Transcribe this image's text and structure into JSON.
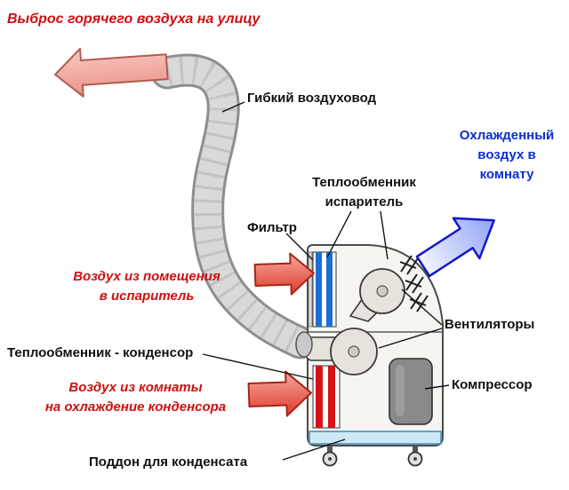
{
  "labels": {
    "exhaust_hot_air": "Выброс горячего воздуха на улицу",
    "flexible_duct": "Гибкий воздуховод",
    "cooled_air_lines": [
      "Охлажденный",
      "воздух в",
      "комнату"
    ],
    "evaporator_lines": [
      "Теплообменник",
      "испаритель"
    ],
    "filter": "Фильтр",
    "air_to_evaporator_lines": [
      "Воздух из помещения",
      "в испаритель"
    ],
    "fans": "Вентиляторы",
    "condenser": "Теплообменник - конденсор",
    "air_to_condenser_lines": [
      "Воздух из комнаты",
      "на охлаждение конденсора"
    ],
    "compressor": "Компрессор",
    "condensate_tray": "Поддон для конденсата"
  },
  "colors": {
    "hot_text": "#cf0f0f",
    "cool_text": "#0a2fd0",
    "label_text": "#101010",
    "hot_arrow_fill": "#f2a49e",
    "room_air_arrow_fill": "#e65546",
    "cool_arrow_fill": "#9fb0f2",
    "evaporator_coil": "#1b6fd4",
    "condenser_coil": "#d41414",
    "tray_fill": "#cde9f6",
    "duct_fill": "#d9d9d9",
    "unit_body_fill": "#f7f5f1"
  }
}
